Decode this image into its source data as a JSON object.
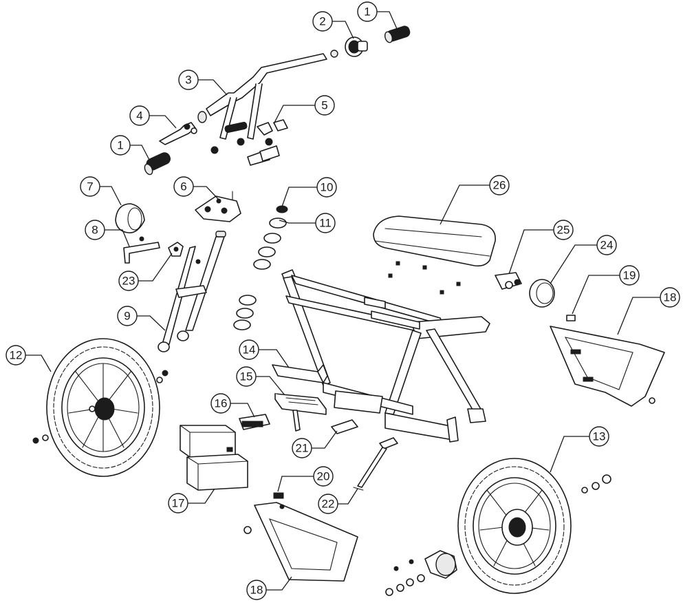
{
  "callouts": [
    {
      "id": "c1a",
      "label": "1"
    },
    {
      "id": "c2",
      "label": "2"
    },
    {
      "id": "c3",
      "label": "3"
    },
    {
      "id": "c4",
      "label": "4"
    },
    {
      "id": "c5",
      "label": "5"
    },
    {
      "id": "c1b",
      "label": "1"
    },
    {
      "id": "c6",
      "label": "6"
    },
    {
      "id": "c7",
      "label": "7"
    },
    {
      "id": "c8",
      "label": "8"
    },
    {
      "id": "c23",
      "label": "23"
    },
    {
      "id": "c9",
      "label": "9"
    },
    {
      "id": "c10",
      "label": "10"
    },
    {
      "id": "c11",
      "label": "11"
    },
    {
      "id": "c26",
      "label": "26"
    },
    {
      "id": "c25",
      "label": "25"
    },
    {
      "id": "c24",
      "label": "24"
    },
    {
      "id": "c19",
      "label": "19"
    },
    {
      "id": "c18a",
      "label": "18"
    },
    {
      "id": "c12",
      "label": "12"
    },
    {
      "id": "c14",
      "label": "14"
    },
    {
      "id": "c15",
      "label": "15"
    },
    {
      "id": "c16",
      "label": "16"
    },
    {
      "id": "c21",
      "label": "21"
    },
    {
      "id": "c13",
      "label": "13"
    },
    {
      "id": "c17",
      "label": "17"
    },
    {
      "id": "c20",
      "label": "20"
    },
    {
      "id": "c22",
      "label": "22"
    },
    {
      "id": "c18b",
      "label": "18"
    }
  ]
}
